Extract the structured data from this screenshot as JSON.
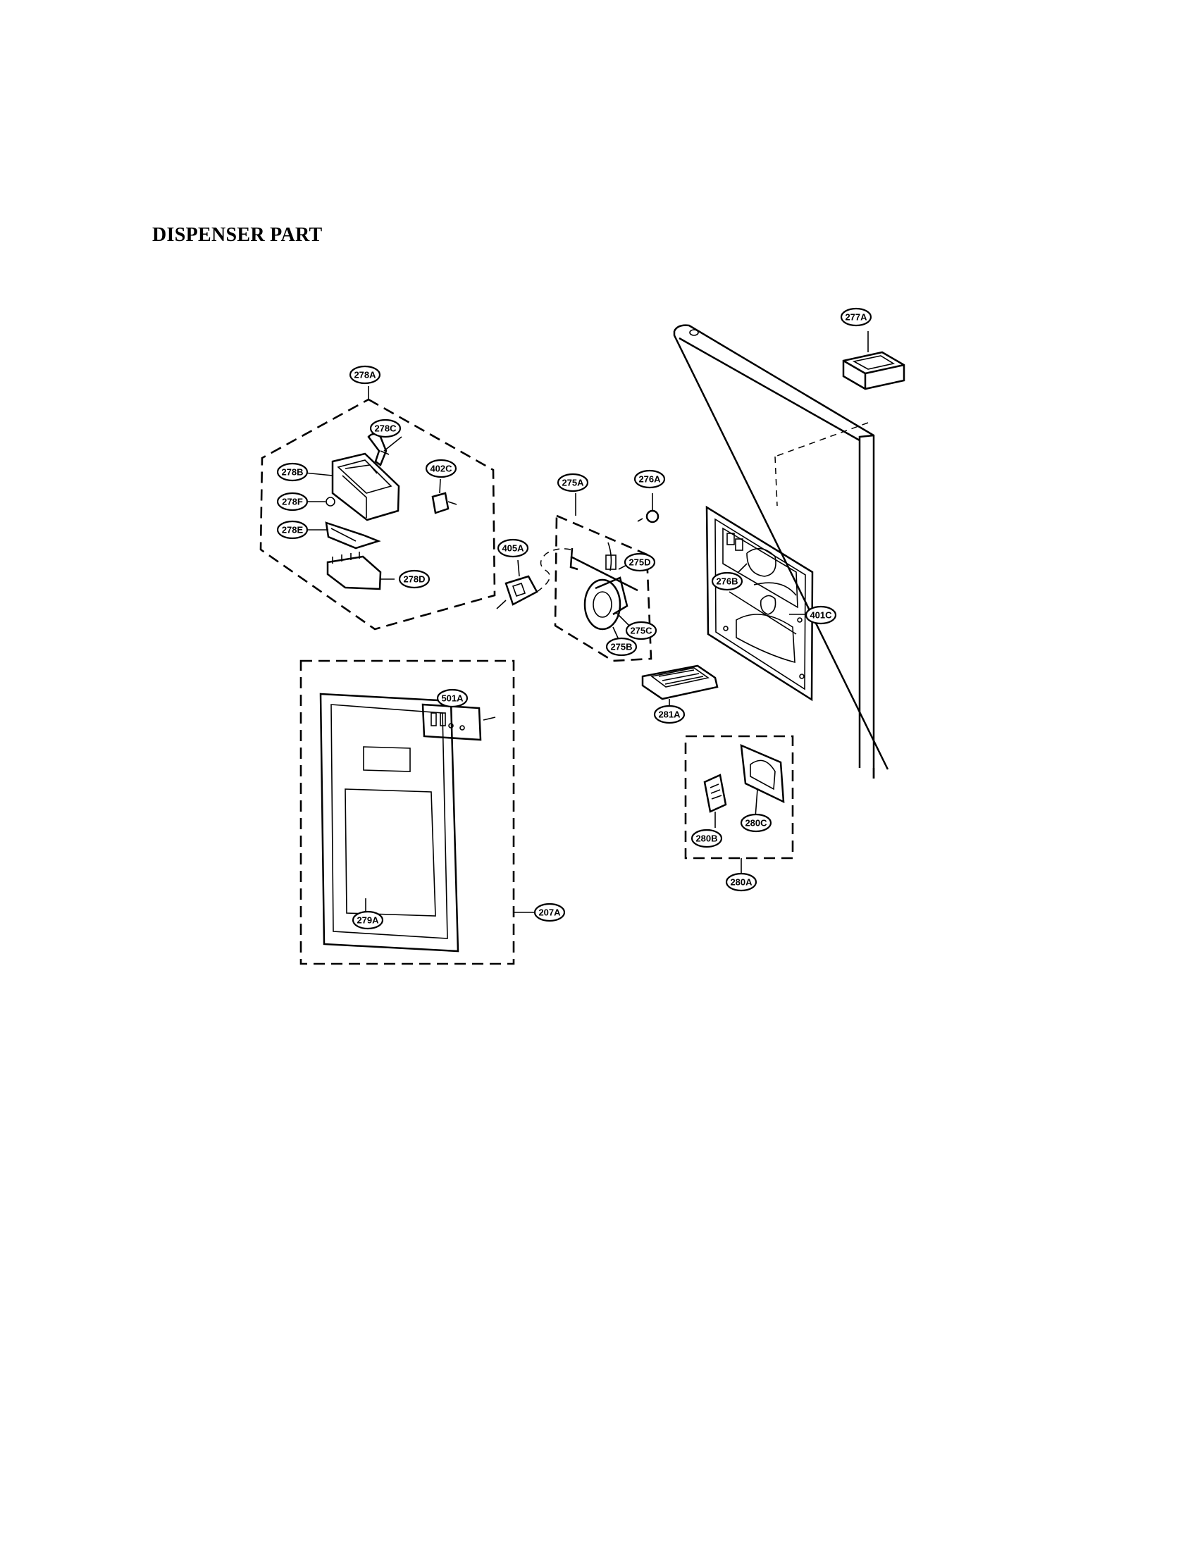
{
  "title": "DISPENSER PART",
  "callouts": {
    "c277A": "277A",
    "c278A": "278A",
    "c278C": "278C",
    "c402C": "402C",
    "c278B": "278B",
    "c278F": "278F",
    "c278E": "278E",
    "c278D": "278D",
    "c275A": "275A",
    "c276A": "276A",
    "c405A": "405A",
    "c275D": "275D",
    "c275C": "275C",
    "c275B": "275B",
    "c276B": "276B",
    "c401C": "401C",
    "c281A": "281A",
    "c501A": "501A",
    "c279A": "279A",
    "c207A": "207A",
    "c280B": "280B",
    "c280C": "280C",
    "c280A": "280A"
  }
}
